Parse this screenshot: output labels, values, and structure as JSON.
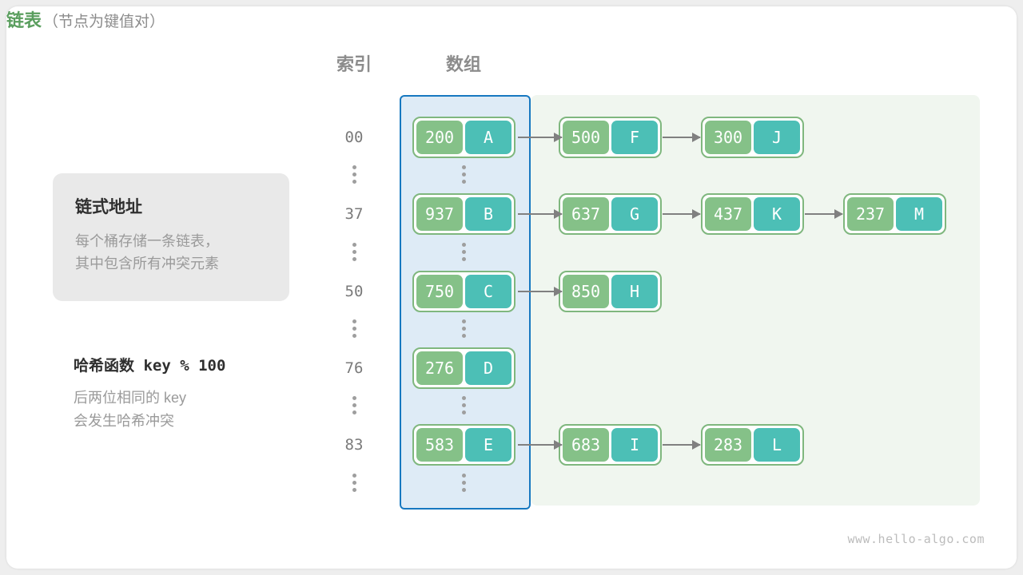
{
  "headers": {
    "index": "索引",
    "array": "数组",
    "list_main": "链表",
    "list_sub": "（节点为键值对）",
    "list_color": "#5a9e5e"
  },
  "info_card": {
    "title": "链式地址",
    "line1": "每个桶存储一条链表，",
    "line2": "其中包含所有冲突元素"
  },
  "hash_note": {
    "title": "哈希函数 key % 100",
    "line1": "后两位相同的 key",
    "line2": "会发生哈希冲突"
  },
  "colors": {
    "key_green": "#85c188",
    "value_teal": "#4cbfb6",
    "node_border": "#7fb77e",
    "array_border": "#1778c0",
    "array_fill": "#deebf6",
    "list_fill": "#f0f6ef",
    "arrow": "#808080"
  },
  "rows": [
    {
      "index": "00",
      "bucket": {
        "key": "200",
        "value": "A"
      },
      "chain": [
        {
          "key": "500",
          "value": "F"
        },
        {
          "key": "300",
          "value": "J"
        }
      ]
    },
    {
      "index": "37",
      "bucket": {
        "key": "937",
        "value": "B"
      },
      "chain": [
        {
          "key": "637",
          "value": "G"
        },
        {
          "key": "437",
          "value": "K"
        },
        {
          "key": "237",
          "value": "M"
        }
      ]
    },
    {
      "index": "50",
      "bucket": {
        "key": "750",
        "value": "C"
      },
      "chain": [
        {
          "key": "850",
          "value": "H"
        }
      ]
    },
    {
      "index": "76",
      "bucket": {
        "key": "276",
        "value": "D"
      },
      "chain": []
    },
    {
      "index": "83",
      "bucket": {
        "key": "583",
        "value": "E"
      },
      "chain": [
        {
          "key": "683",
          "value": "I"
        },
        {
          "key": "283",
          "value": "L"
        }
      ]
    }
  ],
  "ellipsis_count": 6,
  "watermark": "www.hello-algo.com"
}
